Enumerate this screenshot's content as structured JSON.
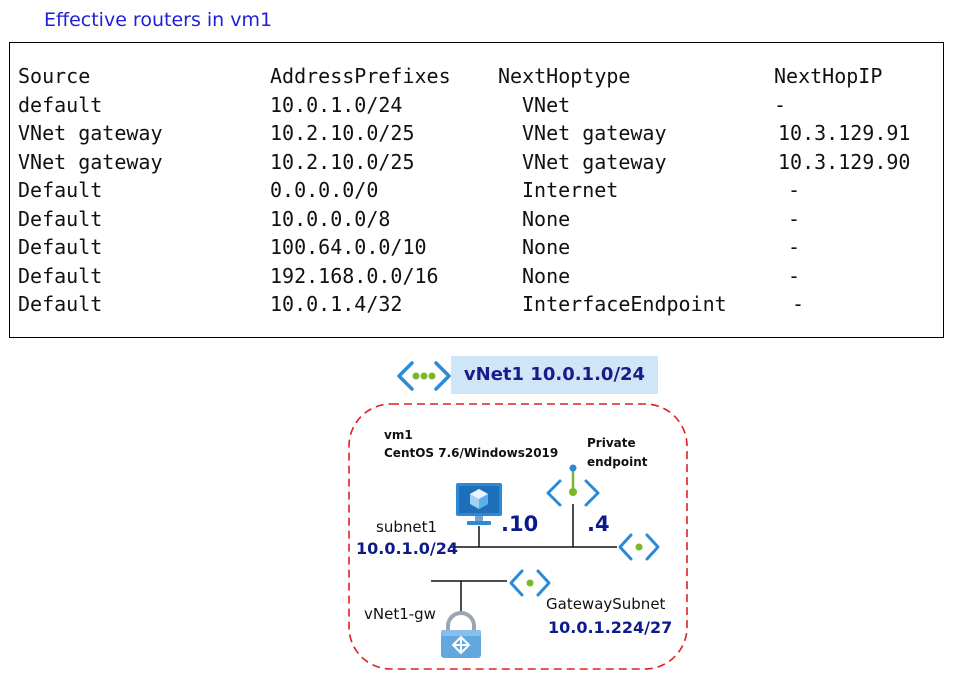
{
  "heading": "Effective routers in vm1",
  "routes": {
    "headers": [
      "Source",
      "AddressPrefixes",
      "NextHoptype",
      "NextHopIP"
    ],
    "rows": [
      [
        "default",
        "10.0.1.0/24",
        "VNet",
        "-"
      ],
      [
        "VNet gateway",
        "10.2.10.0/25",
        "VNet gateway",
        "10.3.129.91"
      ],
      [
        "VNet gateway",
        "10.2.10.0/25",
        "VNet gateway",
        "10.3.129.90"
      ],
      [
        "Default",
        "0.0.0.0/0",
        "Internet",
        "-"
      ],
      [
        "Default",
        "10.0.0.0/8",
        "None",
        "-"
      ],
      [
        "Default",
        "100.64.0.0/10",
        "None",
        "-"
      ],
      [
        "Default",
        "192.168.0.0/16",
        "None",
        "-"
      ],
      [
        "Default",
        "10.0.1.4/32",
        "InterfaceEndpoint",
        "-"
      ]
    ]
  },
  "diagram": {
    "vnet_label": "vNet1 10.0.1.0/24",
    "vm_name": "vm1",
    "vm_os": "CentOS 7.6/Windows2019",
    "private_endpoint_line1": "Private",
    "private_endpoint_line2": "endpoint",
    "vm_ip_suffix": ".10",
    "endpoint_ip_suffix": ".4",
    "subnet1_name": "subnet1",
    "subnet1_prefix": "10.0.1.0/24",
    "gateway_name": "vNet1-gw",
    "gateway_subnet_name": "GatewaySubnet",
    "gateway_subnet_prefix": "10.0.1.224/27",
    "icons": [
      "vnet-icon",
      "vm-icon",
      "private-endpoint-icon",
      "subnet-icon",
      "gateway-subnet-icon",
      "vpn-gateway-icon"
    ],
    "colors": {
      "boundary": "#e02020",
      "icon_blue": "#2a8ad8",
      "icon_green": "#7ab82a",
      "label_bg": "#cfe6f7",
      "text_blue": "#0d1a8c"
    }
  }
}
